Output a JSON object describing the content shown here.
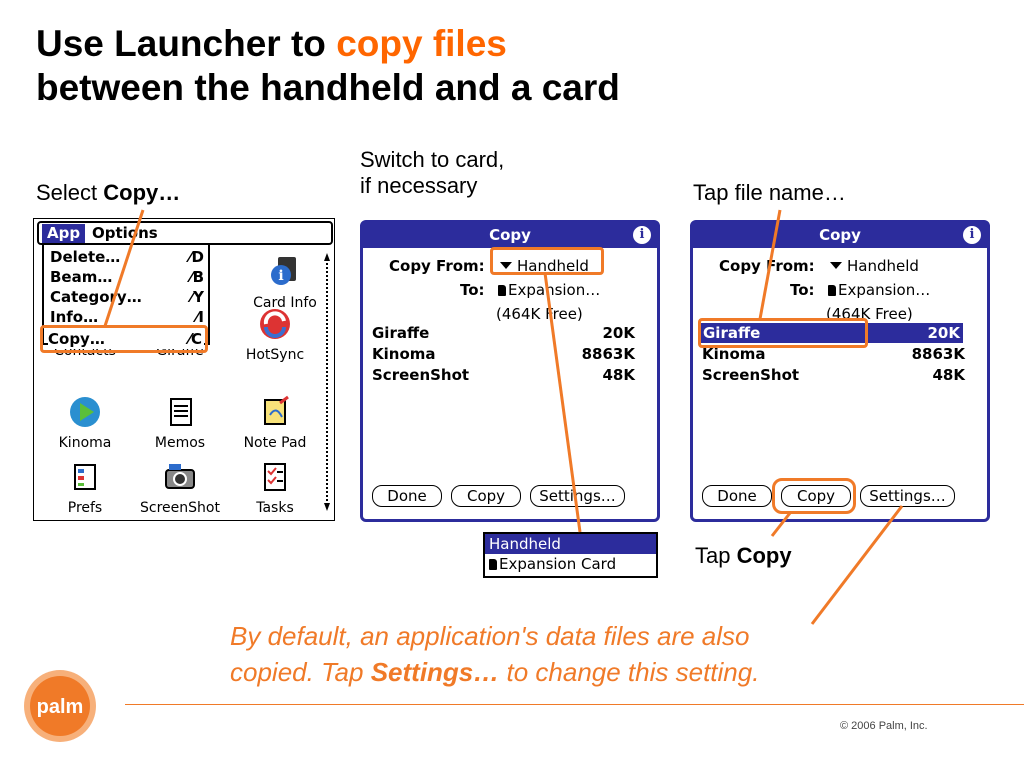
{
  "title": {
    "line1_prefix": "Use Launcher to ",
    "line1_accent": "copy files",
    "line2": "between the handheld and a card"
  },
  "captions": {
    "select_prefix": "Select ",
    "select_bold": "Copy…",
    "switch_line1": "Switch to card,",
    "switch_line2": "if necessary",
    "tap_file": "Tap file name…",
    "tap_copy_prefix": "Tap ",
    "tap_copy_bold": "Copy"
  },
  "launcher": {
    "menus": [
      "App",
      "Options"
    ],
    "menu_items": [
      {
        "label": "Delete…",
        "shortcut": "D"
      },
      {
        "label": "Beam…",
        "shortcut": "B"
      },
      {
        "label": "Category…",
        "shortcut": "Y"
      },
      {
        "label": "Info…",
        "shortcut": "I"
      },
      {
        "label": "Copy…",
        "shortcut": "C"
      }
    ],
    "apps": [
      {
        "label": "Card Info",
        "icon": "card-info-icon"
      },
      {
        "label": "Contacts",
        "icon": "contacts-icon"
      },
      {
        "label": "Giraffe",
        "icon": "giraffe-icon"
      },
      {
        "label": "HotSync",
        "icon": "hotsync-icon"
      },
      {
        "label": "Kinoma",
        "icon": "kinoma-icon"
      },
      {
        "label": "Memos",
        "icon": "memos-icon"
      },
      {
        "label": "Note Pad",
        "icon": "notepad-icon"
      },
      {
        "label": "Prefs",
        "icon": "prefs-icon"
      },
      {
        "label": "ScreenShot",
        "icon": "screenshot-icon"
      },
      {
        "label": "Tasks",
        "icon": "tasks-icon"
      }
    ]
  },
  "dialog": {
    "title": "Copy",
    "copy_from_label": "Copy From:",
    "copy_from_value": "Handheld",
    "to_label": "To:",
    "to_value": "Expansion…",
    "free": "(464K Free)",
    "files": [
      {
        "name": "Giraffe",
        "size": "20K"
      },
      {
        "name": "Kinoma",
        "size": "8863K"
      },
      {
        "name": "ScreenShot",
        "size": "48K"
      }
    ],
    "buttons": {
      "done": "Done",
      "copy": "Copy",
      "settings": "Settings…"
    }
  },
  "popup_options": [
    "Handheld",
    "Expansion Card"
  ],
  "note": {
    "part1": "By default, an application's data files are also",
    "part2": "copied.  Tap ",
    "bold": "Settings…",
    "part3": " to change this setting."
  },
  "footer": {
    "copyright": "© 2006 Palm, Inc.",
    "logo_text": "palm"
  },
  "colors": {
    "accent": "#ff6600",
    "annotation": "#f07a28",
    "palm_blue": "#2c2c9c"
  }
}
